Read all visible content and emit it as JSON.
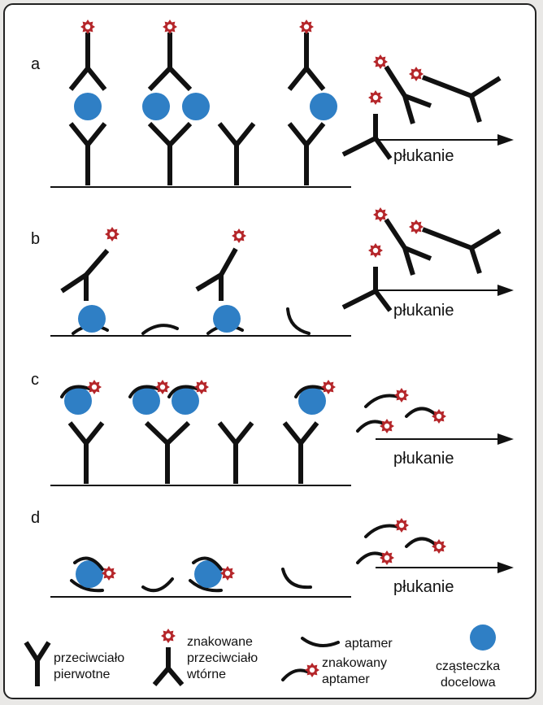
{
  "rows": [
    {
      "label": "a",
      "action": "płukanie"
    },
    {
      "label": "b",
      "action": "płukanie"
    },
    {
      "label": "c",
      "action": "płukanie"
    },
    {
      "label": "d",
      "action": "płukanie"
    }
  ],
  "legend": {
    "primary_antibody": {
      "line1": "przeciwciało",
      "line2": "pierwotne"
    },
    "secondary_antibody": {
      "line1": "znakowane",
      "line2": "przeciwciało",
      "line3": "wtórne"
    },
    "aptamer": "aptamer",
    "labeled_aptamer": {
      "line1": "znakowany",
      "line2": "aptamer"
    },
    "target": {
      "line1": "cząsteczka",
      "line2": "docelowa"
    }
  },
  "colors": {
    "target": "#2f7fc5",
    "label": "#b5262a",
    "ink": "#111111",
    "frame_bg": "#ffffff"
  }
}
